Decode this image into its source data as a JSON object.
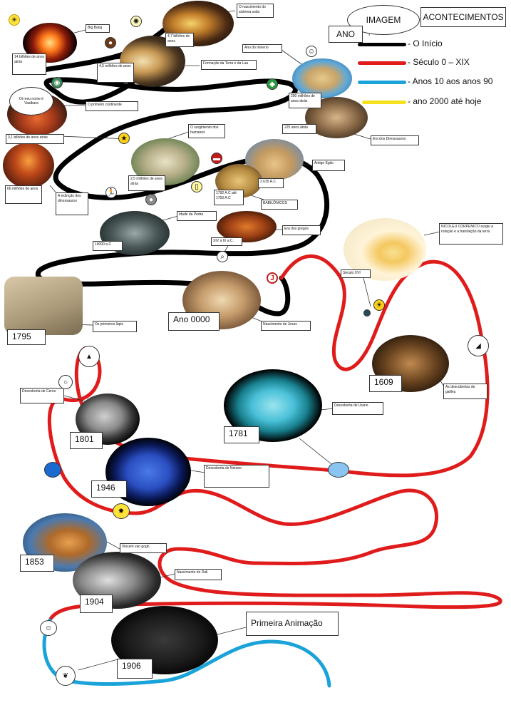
{
  "header": {
    "imagem": "IMAGEM",
    "acontecimentos": "ACONTECIMENTOS",
    "ano": "ANO"
  },
  "legend": [
    {
      "label": "- O Início",
      "color": "#000000"
    },
    {
      "label": "- Século 0 – XIX",
      "color": "#e01b1b"
    },
    {
      "label": "- Anos 10 aos anos 90",
      "color": "#1aa3d9"
    },
    {
      "label": "- ano 2000 até hoje",
      "color": "#f5e11c"
    }
  ],
  "labels": {
    "big_bang": "Big Bang",
    "sistema_solar": "O nascimento do sistema solar",
    "bilhoes_47": "4,7 bilhões de anos",
    "bilhoes_14": "14 bilhões de anos atrás",
    "milhoes_45": "4,5 milhões de anos",
    "terra_lua": "Formação da Terra e da Lua",
    "dinossauro_ano": "Ano do minerio",
    "vaalbara_bubble": "Oi meu nome é Vaalbara",
    "primeiro_continente": "O primeiro continente",
    "milhoes_200": "200 milhões de anos atrás",
    "bilhoes_31": "3,1 bilhões de anos atrás",
    "milhoes_225": "225 anos atrás",
    "era_dinossauros": "Era dos Dinossauros",
    "surgimento_humanos": "O surgimento dos humanos",
    "milhoes_66": "66 milhões de anos",
    "extincao": "A extinção dos dinossauros",
    "milhoes_25": "2,5 milhões de anos atrás",
    "antigo_egito": "Antigo Egito",
    "ac_2635": "2.635 A.C",
    "ac_1792": "1792 A.C até 1750 A.C",
    "babilonicos": "BABILÔNICOS",
    "idade_pedra": "Idade da Pedra",
    "era_gregos": "Era dos gregos",
    "ac_10000": "10000 a.C",
    "ac_xiv": "XIV a IX a.C.",
    "nascimento_jesus": "Nascimento de Jesus",
    "copernico": "NICOLEU CORPENICO surgiu a rotação e a translação da terra",
    "seculo_xvi": "Século XVI",
    "primeiros_lapis": "Os primeiros lápis",
    "descobertas_galileu": "As descobertas de galileu",
    "descoberta_ceres": "Descoberta de Ceres",
    "descoberta_urano": "Descoberta de Urano",
    "descoberta_netuno": "Descoberta de Netuno",
    "van_gogh": "Vincent van gogh",
    "nascimento_dali": "Nascimento de Dali",
    "primeira_animacao": "Primeira Animação"
  },
  "years": {
    "ano_0000": "Ano 0000",
    "y1795": "1795",
    "y1609": "1609",
    "y1781": "1781",
    "y1801": "1801",
    "y1946": "1946",
    "y1853": "1853",
    "y1904": "1904",
    "y1906": "1906"
  },
  "colors": {
    "black_path": "#000000",
    "red_path": "#e01b1b",
    "blue_path": "#1aa3d9",
    "yellow_path": "#f5e11c"
  }
}
